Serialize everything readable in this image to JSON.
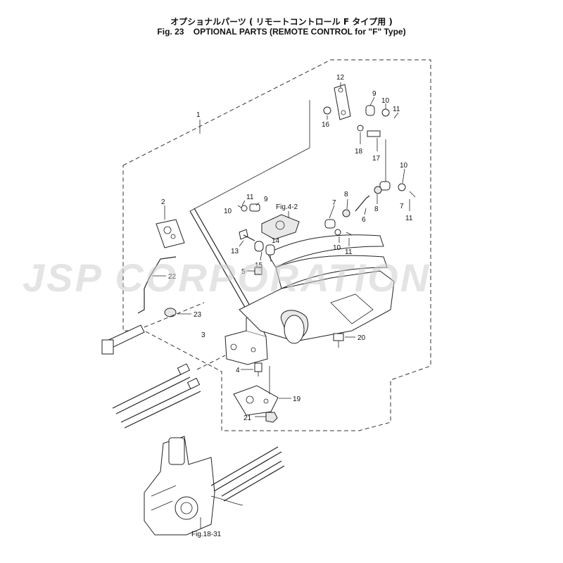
{
  "title": {
    "japanese": "オプショナルパーツ ( リモートコントロール F タイプ用 )",
    "fig": "Fig. 23",
    "english": "OPTIONAL PARTS (REMOTE CONTROL for \"F\" Type)"
  },
  "watermark": "JSP CORPORATION",
  "callouts": {
    "c1": "1",
    "c2": "2",
    "c3": "3",
    "c4": "4",
    "c5": "5",
    "c6": "6",
    "c7a": "7",
    "c7b": "7",
    "c8a": "8",
    "c8b": "8",
    "c9a": "9",
    "c9b": "9",
    "c10a": "10",
    "c10b": "10",
    "c10c": "10",
    "c10d": "10",
    "c11a": "11",
    "c11b": "11",
    "c11c": "11",
    "c11d": "11",
    "c12": "12",
    "c13": "13",
    "c14": "14",
    "c15": "15",
    "c16": "16",
    "c17": "17",
    "c18": "18",
    "c19": "19",
    "c20": "20",
    "c21": "21",
    "c22": "22",
    "c23": "23"
  },
  "references": {
    "fig4_2": "Fig.4-2",
    "fig18_31": "Fig.18-31"
  }
}
